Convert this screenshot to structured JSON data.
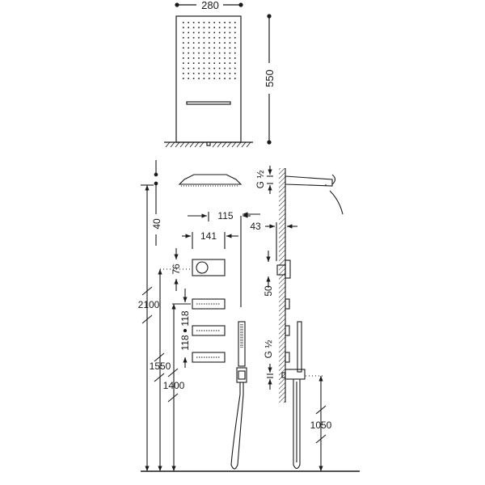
{
  "drawing": {
    "type": "technical-dimension-drawing",
    "subject": "shower panel installation diagram",
    "line_color": "#1a1a1a",
    "background": "#ffffff"
  },
  "top_view": {
    "width_label": "280",
    "height_label": "550"
  },
  "front_view": {
    "labels": {
      "d40": "40",
      "d115": "115",
      "d141": "141",
      "d76": "76",
      "d2100": "2100",
      "d118_top": "118",
      "d118_bottom": "118",
      "d1550": "1550",
      "d1400": "1400"
    }
  },
  "side_view": {
    "labels": {
      "g_half_top": "G ½",
      "d43": "43",
      "d50": "50",
      "g_half_bottom": "G ½",
      "d1050": "1050"
    }
  }
}
